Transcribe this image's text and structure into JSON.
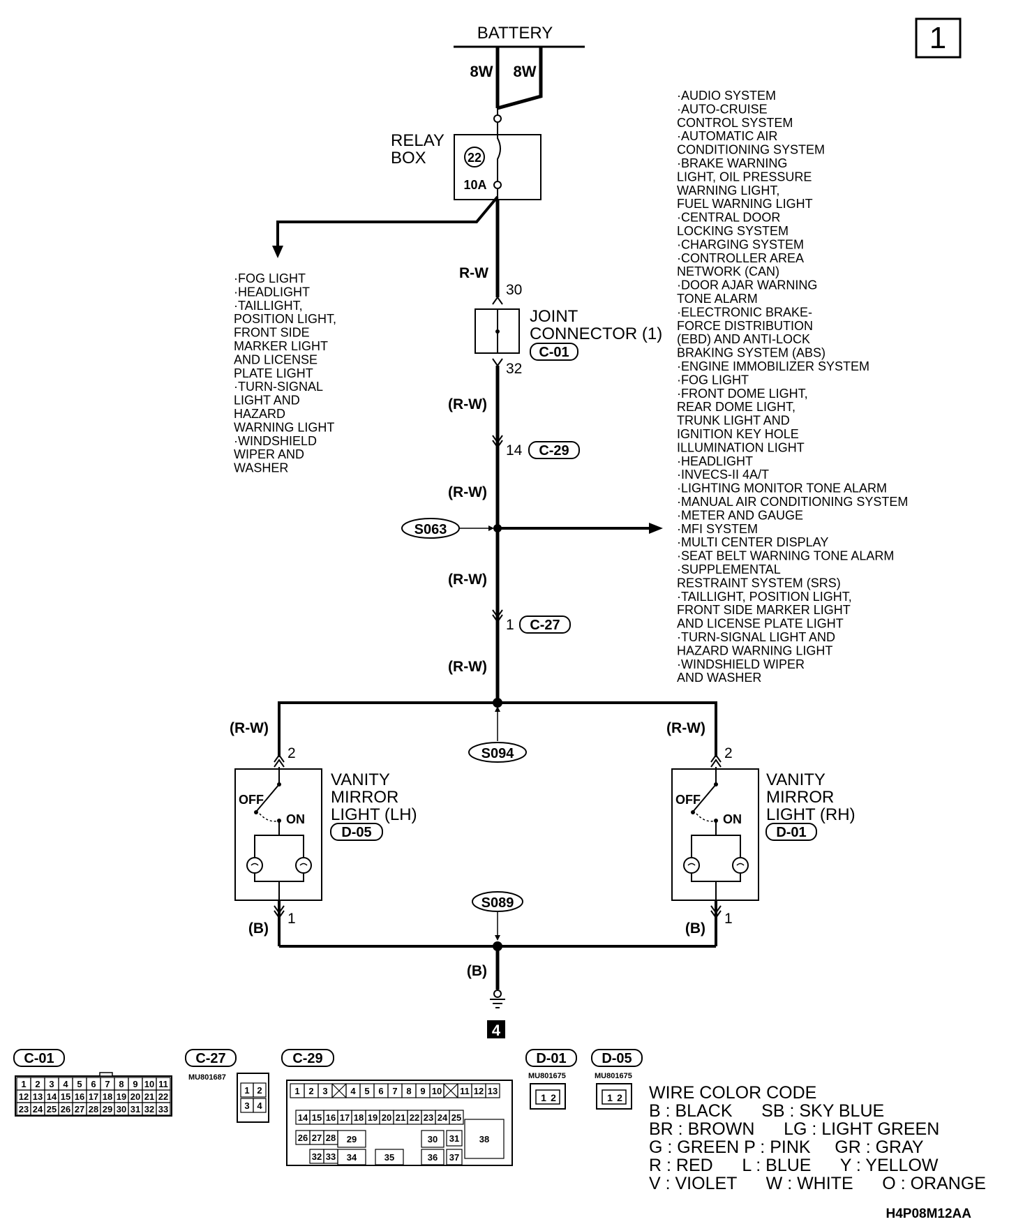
{
  "page_number": "1",
  "battery": {
    "label": "BATTERY",
    "left_wire": "8W",
    "right_wire": "8W"
  },
  "relay_box": {
    "label_line1": "RELAY",
    "label_line2": "BOX",
    "fuse_number": "22",
    "fuse_rating": "10A"
  },
  "joint_connector": {
    "label_line1": "JOINT",
    "label_line2": "CONNECTOR (1)",
    "code": "C-01",
    "pin_top": "30",
    "pin_bottom": "32"
  },
  "wires": {
    "rw_plain": "R-W",
    "rw": "(R-W)",
    "black": "(B)"
  },
  "connectors": {
    "c29": {
      "pin": "14",
      "code": "C-29"
    },
    "c27": {
      "pin": "1",
      "code": "C-27"
    }
  },
  "splices": {
    "s063": "S063",
    "s094": "S094",
    "s089": "S089"
  },
  "mirror_lh": {
    "line1": "VANITY",
    "line2": "MIRROR",
    "line3": "LIGHT (LH)",
    "code": "D-05",
    "off": "OFF",
    "on": "ON",
    "pin_top": "2",
    "pin_bottom": "1"
  },
  "mirror_rh": {
    "line1": "VANITY",
    "line2": "MIRROR",
    "line3": "LIGHT (RH)",
    "code": "D-01",
    "off": "OFF",
    "on": "ON",
    "pin_top": "2",
    "pin_bottom": "1"
  },
  "ground_ref": "4",
  "left_list": [
    "·FOG LIGHT",
    "·HEADLIGHT",
    "·TAILLIGHT,",
    " POSITION LIGHT,",
    " FRONT SIDE",
    " MARKER LIGHT",
    " AND LICENSE",
    " PLATE LIGHT",
    "·TURN-SIGNAL",
    " LIGHT AND",
    " HAZARD",
    " WARNING LIGHT",
    "·WINDSHIELD",
    " WIPER AND",
    " WASHER"
  ],
  "right_list": [
    "·AUDIO SYSTEM",
    "·AUTO-CRUISE",
    " CONTROL SYSTEM",
    "·AUTOMATIC AIR",
    " CONDITIONING SYSTEM",
    "·BRAKE WARNING",
    " LIGHT, OIL PRESSURE",
    " WARNING LIGHT,",
    " FUEL WARNING LIGHT",
    "·CENTRAL DOOR",
    " LOCKING SYSTEM",
    "·CHARGING SYSTEM",
    "·CONTROLLER AREA",
    " NETWORK (CAN)",
    "·DOOR AJAR WARNING",
    " TONE ALARM",
    "·ELECTRONIC BRAKE-",
    " FORCE DISTRIBUTION",
    " (EBD) AND ANTI-LOCK",
    " BRAKING SYSTEM (ABS)",
    "·ENGINE IMMOBILIZER SYSTEM",
    "·FOG LIGHT",
    "·FRONT DOME LIGHT,",
    " REAR DOME LIGHT,",
    " TRUNK LIGHT AND",
    " IGNITION KEY HOLE",
    " ILLUMINATION LIGHT",
    "·HEADLIGHT",
    "·INVECS-II 4A/T",
    "·LIGHTING MONITOR TONE ALARM",
    "·MANUAL AIR CONDITIONING SYSTEM",
    "·METER AND GAUGE",
    "·MFI SYSTEM",
    "·MULTI CENTER DISPLAY",
    "·SEAT BELT WARNING TONE ALARM",
    "·SUPPLEMENTAL",
    " RESTRAINT SYSTEM (SRS)",
    "·TAILLIGHT, POSITION LIGHT,",
    " FRONT SIDE MARKER LIGHT",
    " AND LICENSE PLATE LIGHT",
    "·TURN-SIGNAL LIGHT AND",
    " HAZARD WARNING LIGHT",
    "·WINDSHIELD WIPER",
    " AND WASHER"
  ],
  "connector_views": {
    "c01": {
      "code": "C-01",
      "row1": [
        "1",
        "2",
        "3",
        "4",
        "5",
        "6",
        "7",
        "8",
        "9",
        "10",
        "11"
      ],
      "row2": [
        "12",
        "13",
        "14",
        "15",
        "16",
        "17",
        "18",
        "19",
        "20",
        "21",
        "22"
      ],
      "row3": [
        "23",
        "24",
        "25",
        "26",
        "27",
        "28",
        "29",
        "30",
        "31",
        "32",
        "33"
      ]
    },
    "c27": {
      "code": "C-27",
      "part": "MU801687",
      "pins": [
        "1",
        "2",
        "3",
        "4"
      ]
    },
    "c29": {
      "code": "C-29",
      "row1": [
        "1",
        "2",
        "3",
        "",
        "4",
        "5",
        "6",
        "7",
        "8",
        "9",
        "10",
        "",
        "11",
        "12",
        "13"
      ],
      "row2": [
        "14",
        "15",
        "16",
        "17",
        "18",
        "19",
        "20",
        "21",
        "22",
        "23",
        "24",
        "25"
      ],
      "row3": [
        "26",
        "27",
        "28",
        "29",
        "30",
        "31",
        "38"
      ],
      "row4": [
        "32",
        "33",
        "34",
        "35",
        "36",
        "37"
      ]
    },
    "d01": {
      "code": "D-01",
      "part": "MU801675",
      "pins": [
        "1",
        "2"
      ]
    },
    "d05": {
      "code": "D-05",
      "part": "MU801675",
      "pins": [
        "1",
        "2"
      ]
    }
  },
  "wire_color_code": {
    "title": "WIRE COLOR CODE",
    "line1": "B : BLACK      SB : SKY BLUE",
    "line2": "BR : BROWN      LG : LIGHT GREEN",
    "line3": "G : GREEN P : PINK     GR : GRAY",
    "line4": "R : RED      L : BLUE      Y : YELLOW",
    "line5": "V : VIOLET      W : WHITE      O : ORANGE"
  },
  "figure_id": "H4P08M12AA"
}
